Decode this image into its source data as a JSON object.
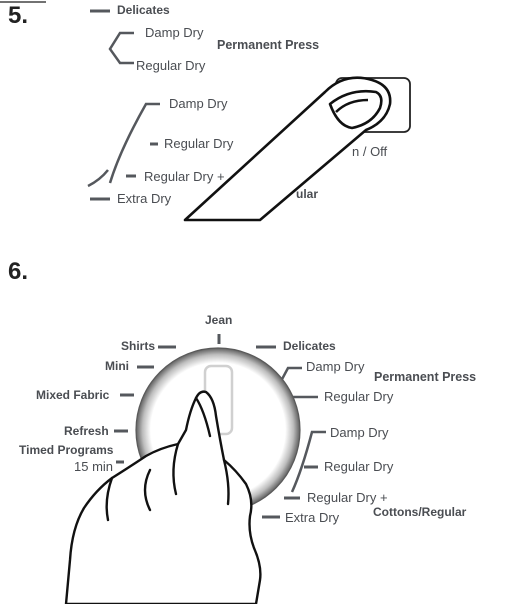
{
  "step5": {
    "number": "5.",
    "labels": {
      "delicates": "Delicates",
      "damp_dry_1": "Damp Dry",
      "permanent_press": "Permanent Press",
      "regular_dry_1": "Regular Dry",
      "damp_dry_2": "Damp Dry",
      "regular_dry_2": "Regular Dry",
      "regular_dry_plus": "Regular Dry +",
      "extra_dry": "Extra Dry",
      "on_off": "n / Off",
      "ular": "ular"
    }
  },
  "step6": {
    "number": "6.",
    "labels": {
      "jean": "Jean",
      "shirts": "Shirts",
      "mini": "Mini",
      "mixed_fabric": "Mixed Fabric",
      "refresh": "Refresh",
      "timed_programs": "Timed Programs",
      "fifteen_min": "15 min",
      "delicates": "Delicates",
      "damp_dry_1": "Damp Dry",
      "permanent_press": "Permanent Press",
      "regular_dry_1": "Regular Dry",
      "damp_dry_2": "Damp Dry",
      "regular_dry_2": "Regular Dry",
      "regular_dry_plus": "Regular Dry +",
      "cottons_regular": "Cottons/Regular",
      "extra_dry": "Extra Dry"
    }
  }
}
